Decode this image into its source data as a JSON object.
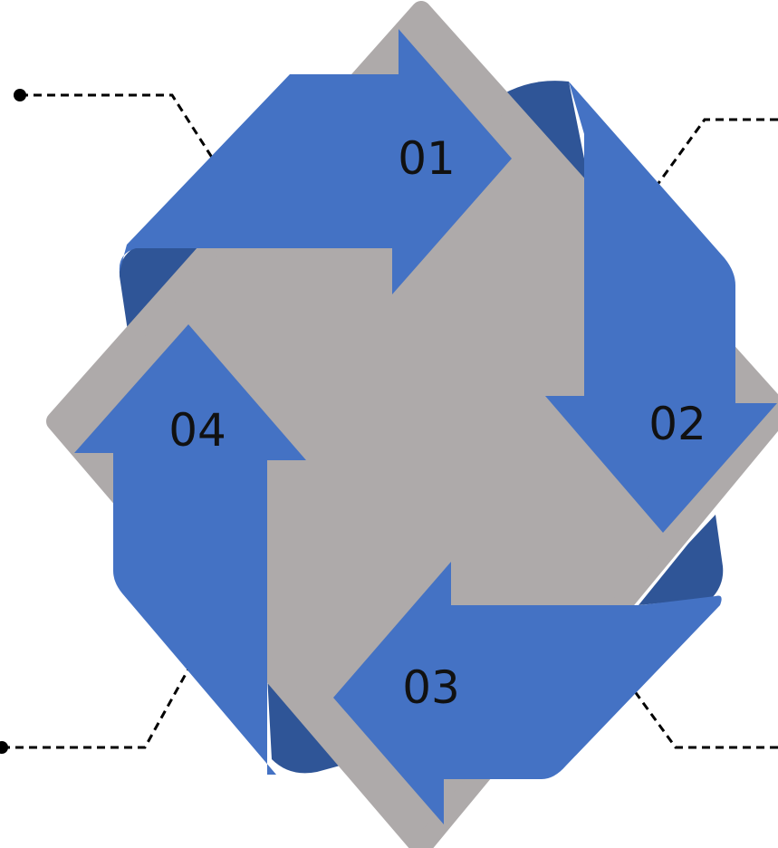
{
  "diagram": {
    "type": "cycle",
    "steps": [
      {
        "number": "01"
      },
      {
        "number": "02"
      },
      {
        "number": "03"
      },
      {
        "number": "04"
      }
    ]
  },
  "colors": {
    "background": "#ffffff",
    "diamond": "#aeaaaa",
    "arrow": "#4472c4",
    "fold": "#2f5597",
    "connector": "#000000",
    "label": "#111111"
  }
}
